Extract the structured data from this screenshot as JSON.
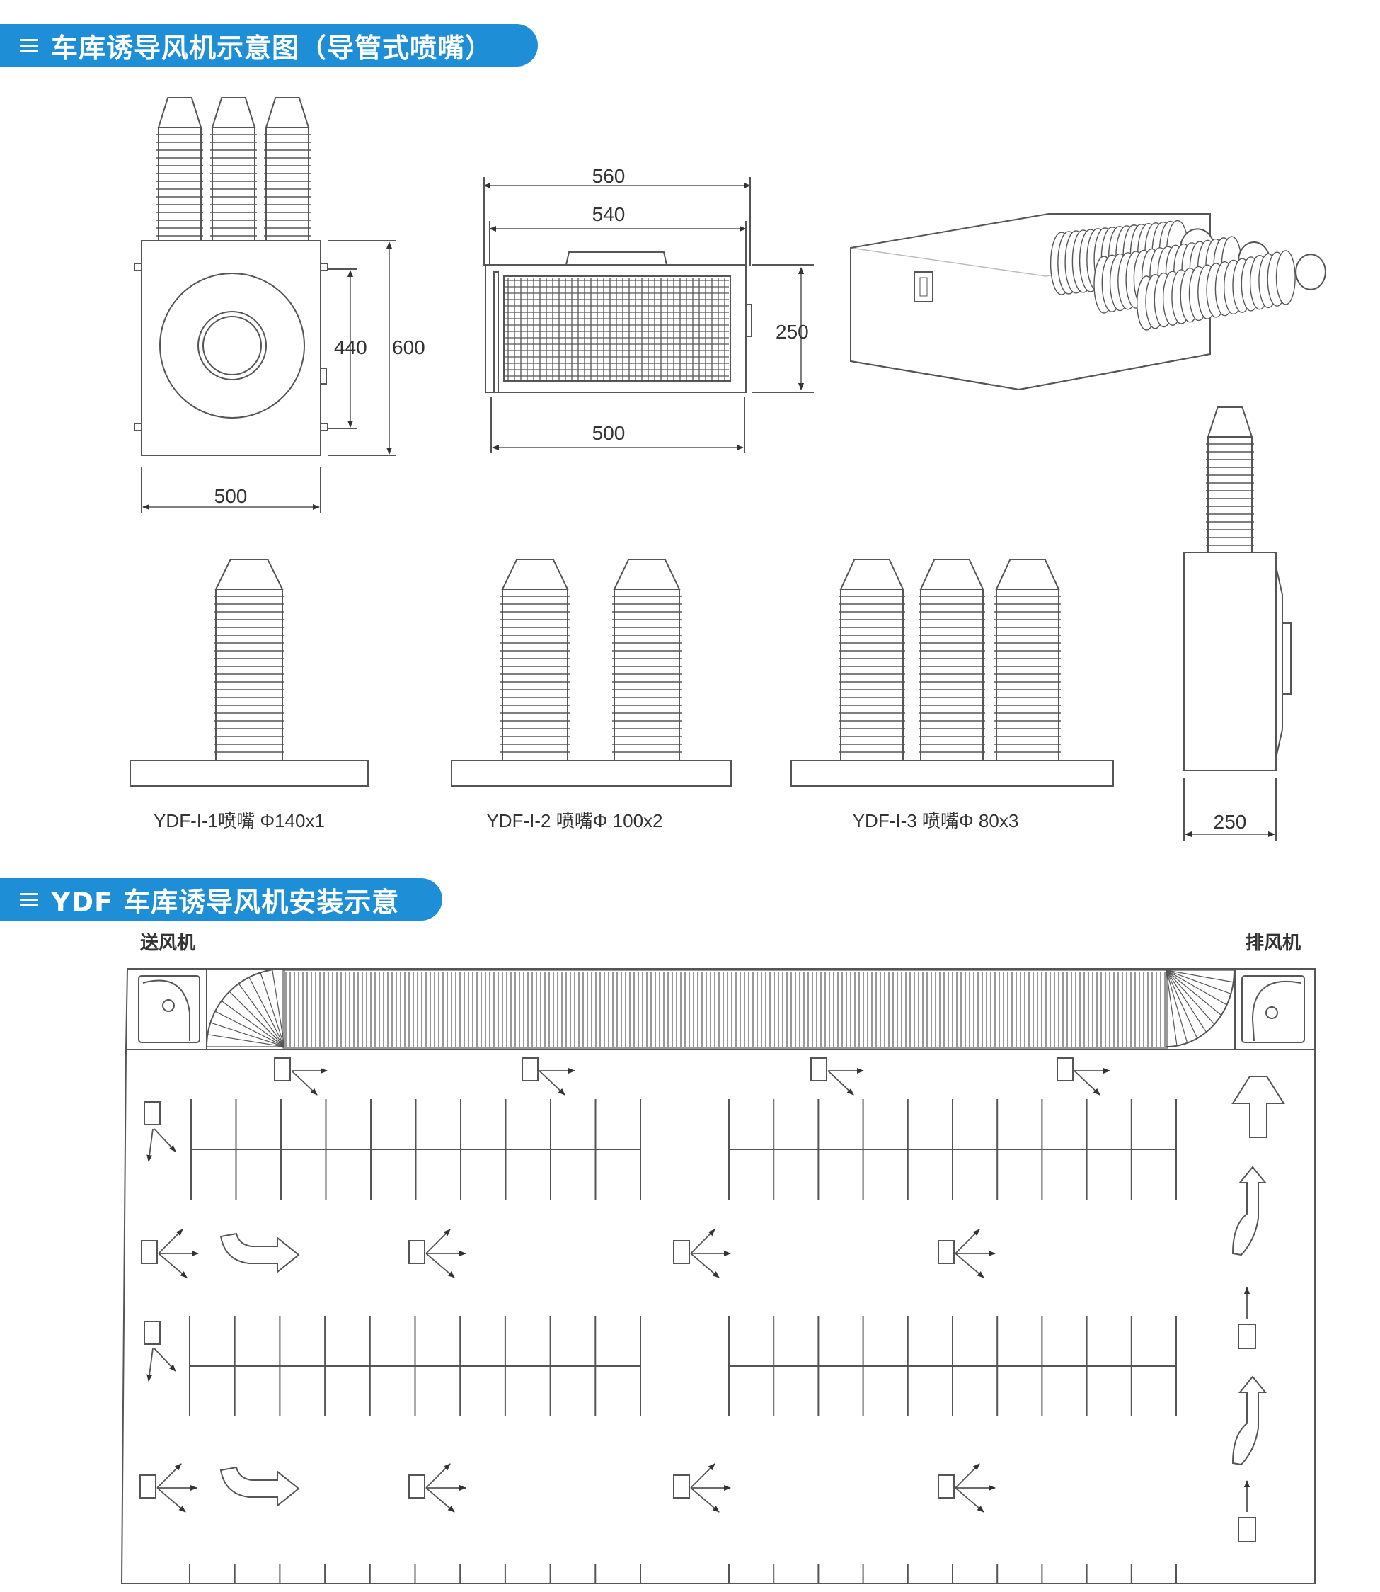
{
  "header_top": {
    "title": "车库诱导风机示意图（导管式喷嘴）",
    "icon": "menu-icon"
  },
  "header_bottom": {
    "title": "YDF 车库诱导风机安装示意",
    "icon": "menu-icon"
  },
  "dims": {
    "front_width": "500",
    "front_inner_height": "440",
    "front_height": "600",
    "side_outer_width": "560",
    "side_mid_width": "540",
    "side_height": "250",
    "side_bottom_width": "500",
    "end_depth": "250"
  },
  "models": [
    {
      "label": "YDF-I-1喷嘴 Φ140x1",
      "nozzles": 1
    },
    {
      "label": "YDF-I-2 喷嘴Φ 100x2",
      "nozzles": 2
    },
    {
      "label": "YDF-I-3 喷嘴Φ 80x3",
      "nozzles": 3
    }
  ],
  "install": {
    "supply_fan_label": "送风机",
    "exhaust_fan_label": "排风机"
  },
  "colors": {
    "header_bg": "#1e8fd6",
    "line": "#555555"
  }
}
